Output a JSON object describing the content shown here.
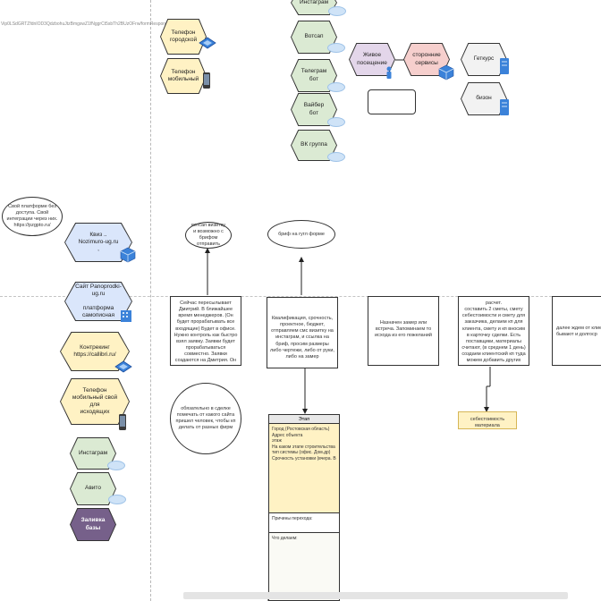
{
  "header_url": "Vip0LSdGRTZfdnIOD3QdzbohuJtzBmgswZ1fNggrCt5sbTh2BUzOFrw/formResponse",
  "colors": {
    "yellow": "#fff2c4",
    "green": "#dbead3",
    "blue": "#dae6fb",
    "violet": "#e3d6ea",
    "red": "#f6cfcd",
    "grey": "#f2f2f2",
    "purple": "#76608a"
  },
  "channels_top": {
    "phone_city": "Телефон\nгородской",
    "phone_mobile": "Телефон\nмобильный",
    "instagram": "Инстаграм",
    "whatsapp": "Вотсап",
    "telegram_bot": "Телеграм бот",
    "viber_bot": "Вайбер бот",
    "vk_group": "ВК группа",
    "live_visit": "Живое\nпосещение",
    "third_party": "сторонние\nсервисы",
    "getkurs": "Геткурс",
    "bizon": "бизон"
  },
  "channels_left": {
    "quiz": "Квиз ..\nNozimuro-ug.ru\n,",
    "site": "Сайт  Panoprodki-ug.ru\n\nплатформа самописная",
    "contracts": "Контрекинг\nhttps://callibri.ru/",
    "phone_mobile2": "Телефон\nмобильный свой для\nисходящих",
    "instagram2": "Инстаграм",
    "avito": "Авито",
    "db_fill": "Заливка базы"
  },
  "notes": {
    "platform_cloud": "Свой платформе без доступа. Свой интеграции через них. https://pzgpto.ru/",
    "whatsapp_cloud": "вотсап визитку и возможно с брифом отправить",
    "brief_cloud": "бриф на гугл форме",
    "manager_box": "Сейчас пересылывает Дмитрий. В ближайшее время менеджеров. (Он будет прорабатывать все входящие) Будет в офисе. Нужно контроль как быстро взял заявку. Заявки будет прорабатываться совместно. Заявки создаются на Дмитрия. Он потом меняет на менеджера.",
    "qualify_box": "Квалификация, срочность, проектное, бюджет, отправляем смс визитку на инстаграм, и ссылка на бриф, просим размеры либо чертежи, либо от руки, либо на замер",
    "measure_box": "Назначен замер или встреча. Запоминаем то исхода из его пожеланий",
    "calc_box": "расчет.\nсоставить 2 сметы, смету себестоимости и смету для заказчика, делаем кп для клиента, смету и кп вносим в карточку сделки. Есть поставщики, материалы считают, (в среднем 1 день) создаем клиентский кп туда можем добавить других сотрудников",
    "next_box": "далее ждем от клиента бывают и долгоср",
    "circle": "обязательно в сделке помечать от какого сайта пришел человек, чтобы кп делать от разных фирм",
    "cost_label": "себестоимость материала"
  },
  "stage": {
    "header": "Этап",
    "body": "Город (Ростовская область)\nАдрес объекта\nэтаж\nНа каком этапе строительства\nтип системы (офис. Дом.др)\nСрочность установки (вчера. В",
    "reasons": "Причины перехода:",
    "todo": "Что делаем:"
  }
}
